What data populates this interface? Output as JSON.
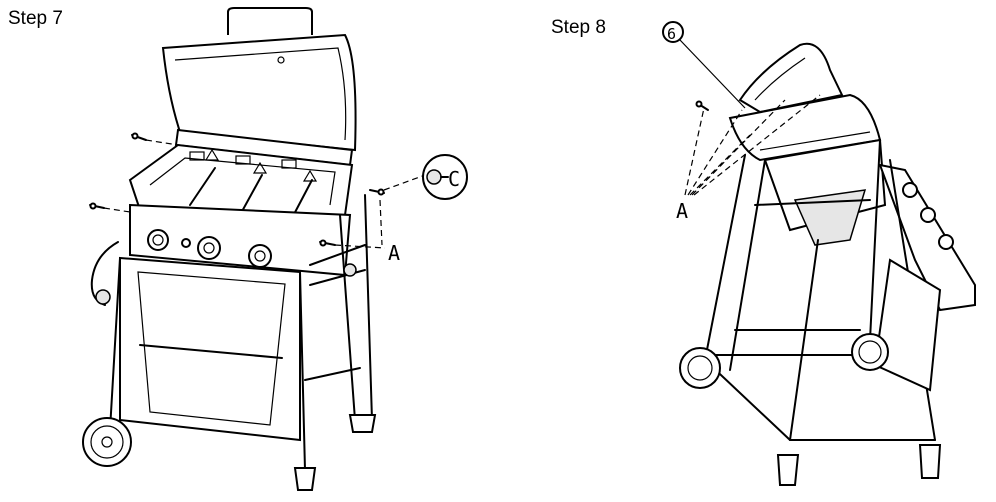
{
  "steps": [
    {
      "title": "Step 7",
      "callouts": {
        "a": "A",
        "c": "C"
      }
    },
    {
      "title": "Step 8",
      "callouts": {
        "a": "A",
        "part_number": "6"
      }
    }
  ]
}
